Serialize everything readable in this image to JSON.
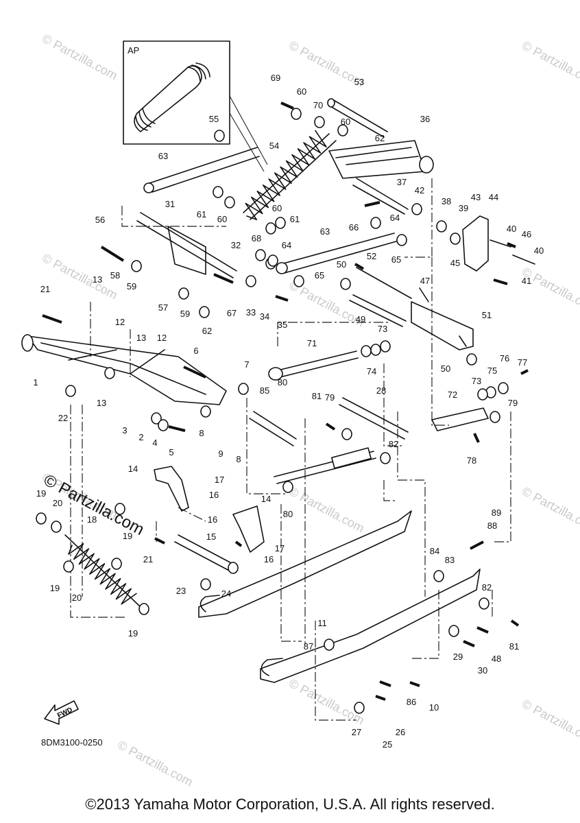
{
  "diagram": {
    "code": "8DM3100-0250",
    "inset_label": "AP",
    "fwd_label": "FWD",
    "watermark_text": "© Partzilla.com",
    "copyright": "©2013 Yamaha Motor Corporation, U.S.A. All rights reserved."
  },
  "callouts": [
    {
      "id": "c1",
      "label": "1"
    },
    {
      "id": "c2",
      "label": "2"
    },
    {
      "id": "c3",
      "label": "3"
    },
    {
      "id": "c4",
      "label": "4"
    },
    {
      "id": "c5",
      "label": "5"
    },
    {
      "id": "c6",
      "label": "6"
    },
    {
      "id": "c7",
      "label": "7"
    },
    {
      "id": "c8a",
      "label": "8"
    },
    {
      "id": "c8b",
      "label": "8"
    },
    {
      "id": "c9",
      "label": "9"
    },
    {
      "id": "c10",
      "label": "10"
    },
    {
      "id": "c11",
      "label": "11"
    },
    {
      "id": "c12a",
      "label": "12"
    },
    {
      "id": "c12b",
      "label": "12"
    },
    {
      "id": "c13a",
      "label": "13"
    },
    {
      "id": "c13b",
      "label": "13"
    },
    {
      "id": "c13c",
      "label": "13"
    },
    {
      "id": "c14a",
      "label": "14"
    },
    {
      "id": "c14b",
      "label": "14"
    },
    {
      "id": "c15",
      "label": "15"
    },
    {
      "id": "c16a",
      "label": "16"
    },
    {
      "id": "c16b",
      "label": "16"
    },
    {
      "id": "c16c",
      "label": "16"
    },
    {
      "id": "c17a",
      "label": "17"
    },
    {
      "id": "c17b",
      "label": "17"
    },
    {
      "id": "c18",
      "label": "18"
    },
    {
      "id": "c19a",
      "label": "19"
    },
    {
      "id": "c19b",
      "label": "19"
    },
    {
      "id": "c19c",
      "label": "19"
    },
    {
      "id": "c19d",
      "label": "19"
    },
    {
      "id": "c20a",
      "label": "20"
    },
    {
      "id": "c20b",
      "label": "20"
    },
    {
      "id": "c21a",
      "label": "21"
    },
    {
      "id": "c21b",
      "label": "21"
    },
    {
      "id": "c22",
      "label": "22"
    },
    {
      "id": "c23",
      "label": "23"
    },
    {
      "id": "c24",
      "label": "24"
    },
    {
      "id": "c25",
      "label": "25"
    },
    {
      "id": "c26",
      "label": "26"
    },
    {
      "id": "c27",
      "label": "27"
    },
    {
      "id": "c28",
      "label": "28"
    },
    {
      "id": "c29",
      "label": "29"
    },
    {
      "id": "c30",
      "label": "30"
    },
    {
      "id": "c31",
      "label": "31"
    },
    {
      "id": "c32",
      "label": "32"
    },
    {
      "id": "c33",
      "label": "33"
    },
    {
      "id": "c34",
      "label": "34"
    },
    {
      "id": "c35",
      "label": "35"
    },
    {
      "id": "c36",
      "label": "36"
    },
    {
      "id": "c37",
      "label": "37"
    },
    {
      "id": "c38",
      "label": "38"
    },
    {
      "id": "c39",
      "label": "39"
    },
    {
      "id": "c40a",
      "label": "40"
    },
    {
      "id": "c40b",
      "label": "40"
    },
    {
      "id": "c41",
      "label": "41"
    },
    {
      "id": "c42",
      "label": "42"
    },
    {
      "id": "c43",
      "label": "43"
    },
    {
      "id": "c44",
      "label": "44"
    },
    {
      "id": "c45",
      "label": "45"
    },
    {
      "id": "c46",
      "label": "46"
    },
    {
      "id": "c47",
      "label": "47"
    },
    {
      "id": "c48",
      "label": "48"
    },
    {
      "id": "c49",
      "label": "49"
    },
    {
      "id": "c50a",
      "label": "50"
    },
    {
      "id": "c50b",
      "label": "50"
    },
    {
      "id": "c51",
      "label": "51"
    },
    {
      "id": "c52",
      "label": "52"
    },
    {
      "id": "c53",
      "label": "53"
    },
    {
      "id": "c54",
      "label": "54"
    },
    {
      "id": "c55",
      "label": "55"
    },
    {
      "id": "c56",
      "label": "56"
    },
    {
      "id": "c57",
      "label": "57"
    },
    {
      "id": "c58",
      "label": "58"
    },
    {
      "id": "c59a",
      "label": "59"
    },
    {
      "id": "c59b",
      "label": "59"
    },
    {
      "id": "c60a",
      "label": "60"
    },
    {
      "id": "c60b",
      "label": "60"
    },
    {
      "id": "c60c",
      "label": "60"
    },
    {
      "id": "c60d",
      "label": "60"
    },
    {
      "id": "c61a",
      "label": "61"
    },
    {
      "id": "c61b",
      "label": "61"
    },
    {
      "id": "c62a",
      "label": "62"
    },
    {
      "id": "c62b",
      "label": "62"
    },
    {
      "id": "c63a",
      "label": "63"
    },
    {
      "id": "c63b",
      "label": "63"
    },
    {
      "id": "c64a",
      "label": "64"
    },
    {
      "id": "c64b",
      "label": "64"
    },
    {
      "id": "c65a",
      "label": "65"
    },
    {
      "id": "c65b",
      "label": "65"
    },
    {
      "id": "c66",
      "label": "66"
    },
    {
      "id": "c67",
      "label": "67"
    },
    {
      "id": "c68",
      "label": "68"
    },
    {
      "id": "c69",
      "label": "69"
    },
    {
      "id": "c70",
      "label": "70"
    },
    {
      "id": "c71",
      "label": "71"
    },
    {
      "id": "c72",
      "label": "72"
    },
    {
      "id": "c73a",
      "label": "73"
    },
    {
      "id": "c73b",
      "label": "73"
    },
    {
      "id": "c74",
      "label": "74"
    },
    {
      "id": "c75",
      "label": "75"
    },
    {
      "id": "c76",
      "label": "76"
    },
    {
      "id": "c77",
      "label": "77"
    },
    {
      "id": "c78",
      "label": "78"
    },
    {
      "id": "c79a",
      "label": "79"
    },
    {
      "id": "c79b",
      "label": "79"
    },
    {
      "id": "c80a",
      "label": "80"
    },
    {
      "id": "c80b",
      "label": "80"
    },
    {
      "id": "c81a",
      "label": "81"
    },
    {
      "id": "c81b",
      "label": "81"
    },
    {
      "id": "c82a",
      "label": "82"
    },
    {
      "id": "c82b",
      "label": "82"
    },
    {
      "id": "c83",
      "label": "83"
    },
    {
      "id": "c84",
      "label": "84"
    },
    {
      "id": "c85",
      "label": "85"
    },
    {
      "id": "c86",
      "label": "86"
    },
    {
      "id": "c87",
      "label": "87"
    },
    {
      "id": "c88",
      "label": "88"
    },
    {
      "id": "c89",
      "label": "89"
    }
  ]
}
